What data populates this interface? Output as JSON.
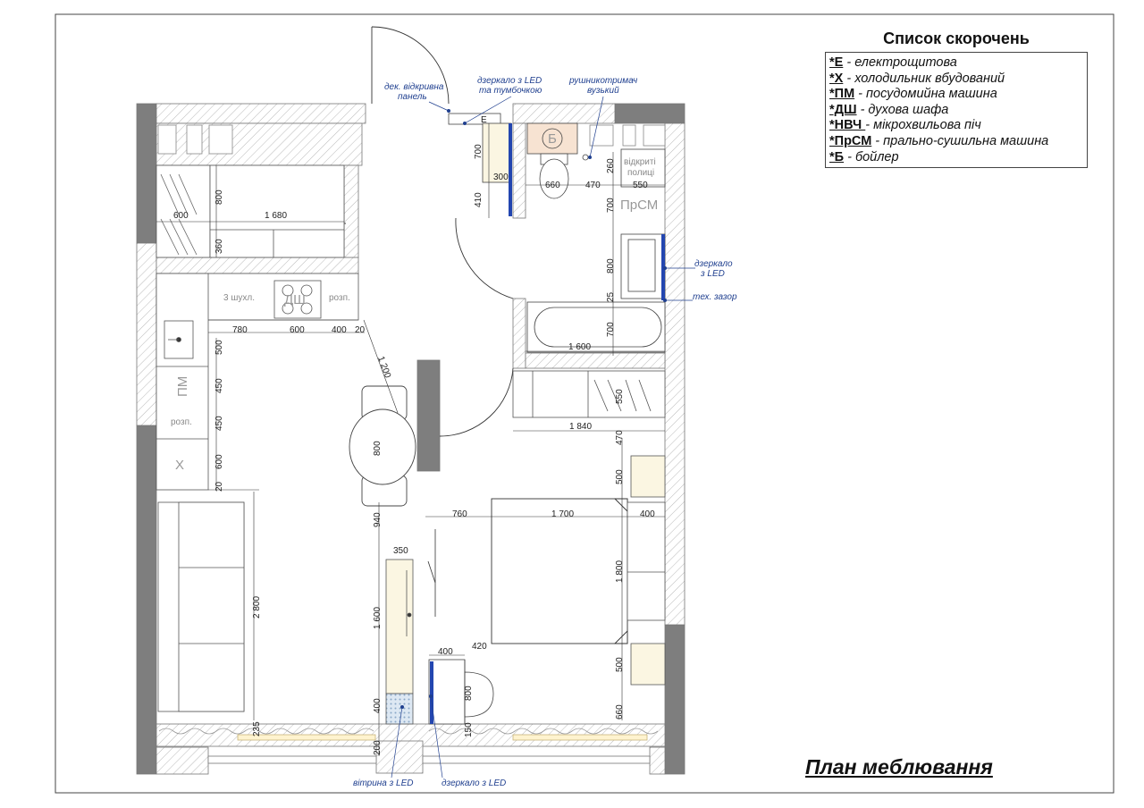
{
  "plan_title": "План меблювання",
  "legend": {
    "title": "Список скорочень",
    "items": [
      {
        "abbr": "*Е",
        "desc": " - електрощитова"
      },
      {
        "abbr": "*Х",
        "desc": " - холодильник вбудований"
      },
      {
        "abbr": "*ПМ",
        "desc": " - посудомийна машина"
      },
      {
        "abbr": "*ДШ",
        "desc": " - духова шафа"
      },
      {
        "abbr": "*НВЧ ",
        "desc": "- мікрохвильова піч"
      },
      {
        "abbr": "*ПрСМ",
        "desc": " - прально-сушильна машина"
      },
      {
        "abbr": "*Б",
        "desc": " - бойлер"
      }
    ]
  },
  "notes": {
    "panel": [
      "дек. відкривна",
      "панель"
    ],
    "mirror_top": [
      "дзеркало з LED",
      "та тумбочкою"
    ],
    "towel": [
      "рушникотримач",
      "вузький"
    ],
    "mirror_right": [
      "дзеркало",
      "з LED"
    ],
    "gap": "тех. зазор",
    "showcase": "вітрина з LED",
    "mirror_bottom": "дзеркало з LED"
  },
  "labels": {
    "e": "Е",
    "boiler": "Б",
    "shelves": [
      "відкриті",
      "полиці"
    ],
    "washer": "ПрСМ",
    "drawers": "3 шухл.",
    "hob": "ДШ",
    "socket": "розп.",
    "dishwasher": "ПМ",
    "socket2": "розп.",
    "fridge": "Х"
  },
  "dimensions": [
    "600",
    "1 680",
    "800",
    "360",
    "780",
    "600",
    "400",
    "20",
    "500",
    "450",
    "450",
    "600",
    "20",
    "1 200",
    "800",
    "940",
    "2 800",
    "350",
    "1 600",
    "400",
    "400",
    "420",
    "800",
    "150",
    "235",
    "200",
    "700",
    "300",
    "410",
    "660",
    "470",
    "260",
    "550",
    "700",
    "800",
    "25",
    "700",
    "1 600",
    "550",
    "1 840",
    "470",
    "500",
    "760",
    "1 700",
    "400",
    "1 800",
    "500",
    "660"
  ]
}
